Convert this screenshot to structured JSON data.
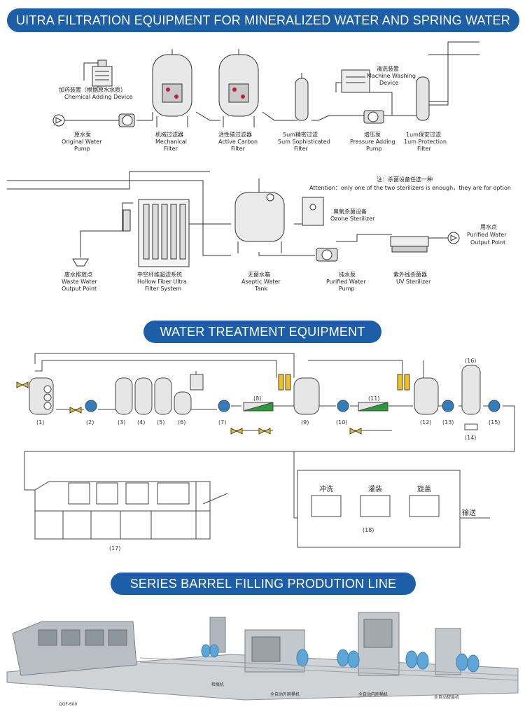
{
  "banners": {
    "uf": "UITRA FILTRATION EQUIPMENT FOR MINERALIZED WATER AND SPRING WATER",
    "wt": "WATER TREATMENT EQUIPMENT",
    "barrel": "SERIES BARREL FILLING PRODUTION LINE"
  },
  "uf_labels": {
    "chemical_cn": "加药装置（根据原水水质）",
    "chemical_en": "Chemical Adding Device",
    "raw_pump_cn": "原水泵",
    "raw_pump_en1": "Original Water",
    "raw_pump_en2": "Pump",
    "mech_cn": "机械过滤器",
    "mech_en1": "Mechanical",
    "mech_en2": "Filter",
    "carbon_cn": "活性碳过滤器",
    "carbon_en1": "Active Carbon",
    "carbon_en2": "Filter",
    "five_um_cn": "5um精密过滤",
    "five_um_en1": "5um Sophisticated",
    "five_um_en2": "Filter",
    "press_cn": "增压泵",
    "press_en1": "Pressure Adding",
    "press_en2": "Pump",
    "one_um_cn": "1um保安过滤",
    "one_um_en1": "1um Protection",
    "one_um_en2": "Filter",
    "wash_cn": "清洗装置",
    "wash_en1": "Machine Washing",
    "wash_en2": "Device",
    "note_cn": "注：杀菌设备任选一种",
    "note_en": "Attention：only one of the two sterilizers is enough，they are for option",
    "ozone_cn": "臭氧杀菌设备",
    "ozone_en": "Ozone Sterilizer",
    "use_cn": "用水点",
    "use_en1": "Purified Water",
    "use_en2": "Output Point",
    "waste_cn": "废水排放点",
    "waste_en1": "Waste Water",
    "waste_en2": "Output Point",
    "hollow_cn": "中空纤维超滤系统",
    "hollow_en1": "Hollow Fiber Ultra",
    "hollow_en2": "Filter System",
    "tank_cn": "无菌水箱",
    "tank_en1": "Aseptic Water",
    "tank_en2": "Tank",
    "pure_cn": "纯水泵",
    "pure_en1": "Purified Water",
    "pure_en2": "Pump",
    "uv_cn": "紫外线杀菌器",
    "uv_en": "UV Sterilizer"
  },
  "wt_numbers": [
    "(1)",
    "(2)",
    "(3)",
    "(4)",
    "(5)",
    "(6)",
    "(7)",
    "(8)",
    "(9)",
    "(10)",
    "(11)",
    "(12)",
    "(13)",
    "(14)",
    "(15)",
    "(16)",
    "(17)",
    "(18)"
  ],
  "wt_station_labels": {
    "wash": "冲洗",
    "fill": "灌装",
    "cap": "旋盖",
    "convey": "输送"
  },
  "photo_captions": {
    "c1": "QGF-600",
    "c2": "检瓶机",
    "c3": "全自动外刷桶机",
    "c4": "全自动内刷桶机",
    "c5": "全自动拔盖机"
  },
  "colors": {
    "banner": "#1d5ea8",
    "filter_yellow": "#f0c020",
    "filter_green": "#2a9a3a",
    "pump_blue": "#2f7ec0"
  }
}
